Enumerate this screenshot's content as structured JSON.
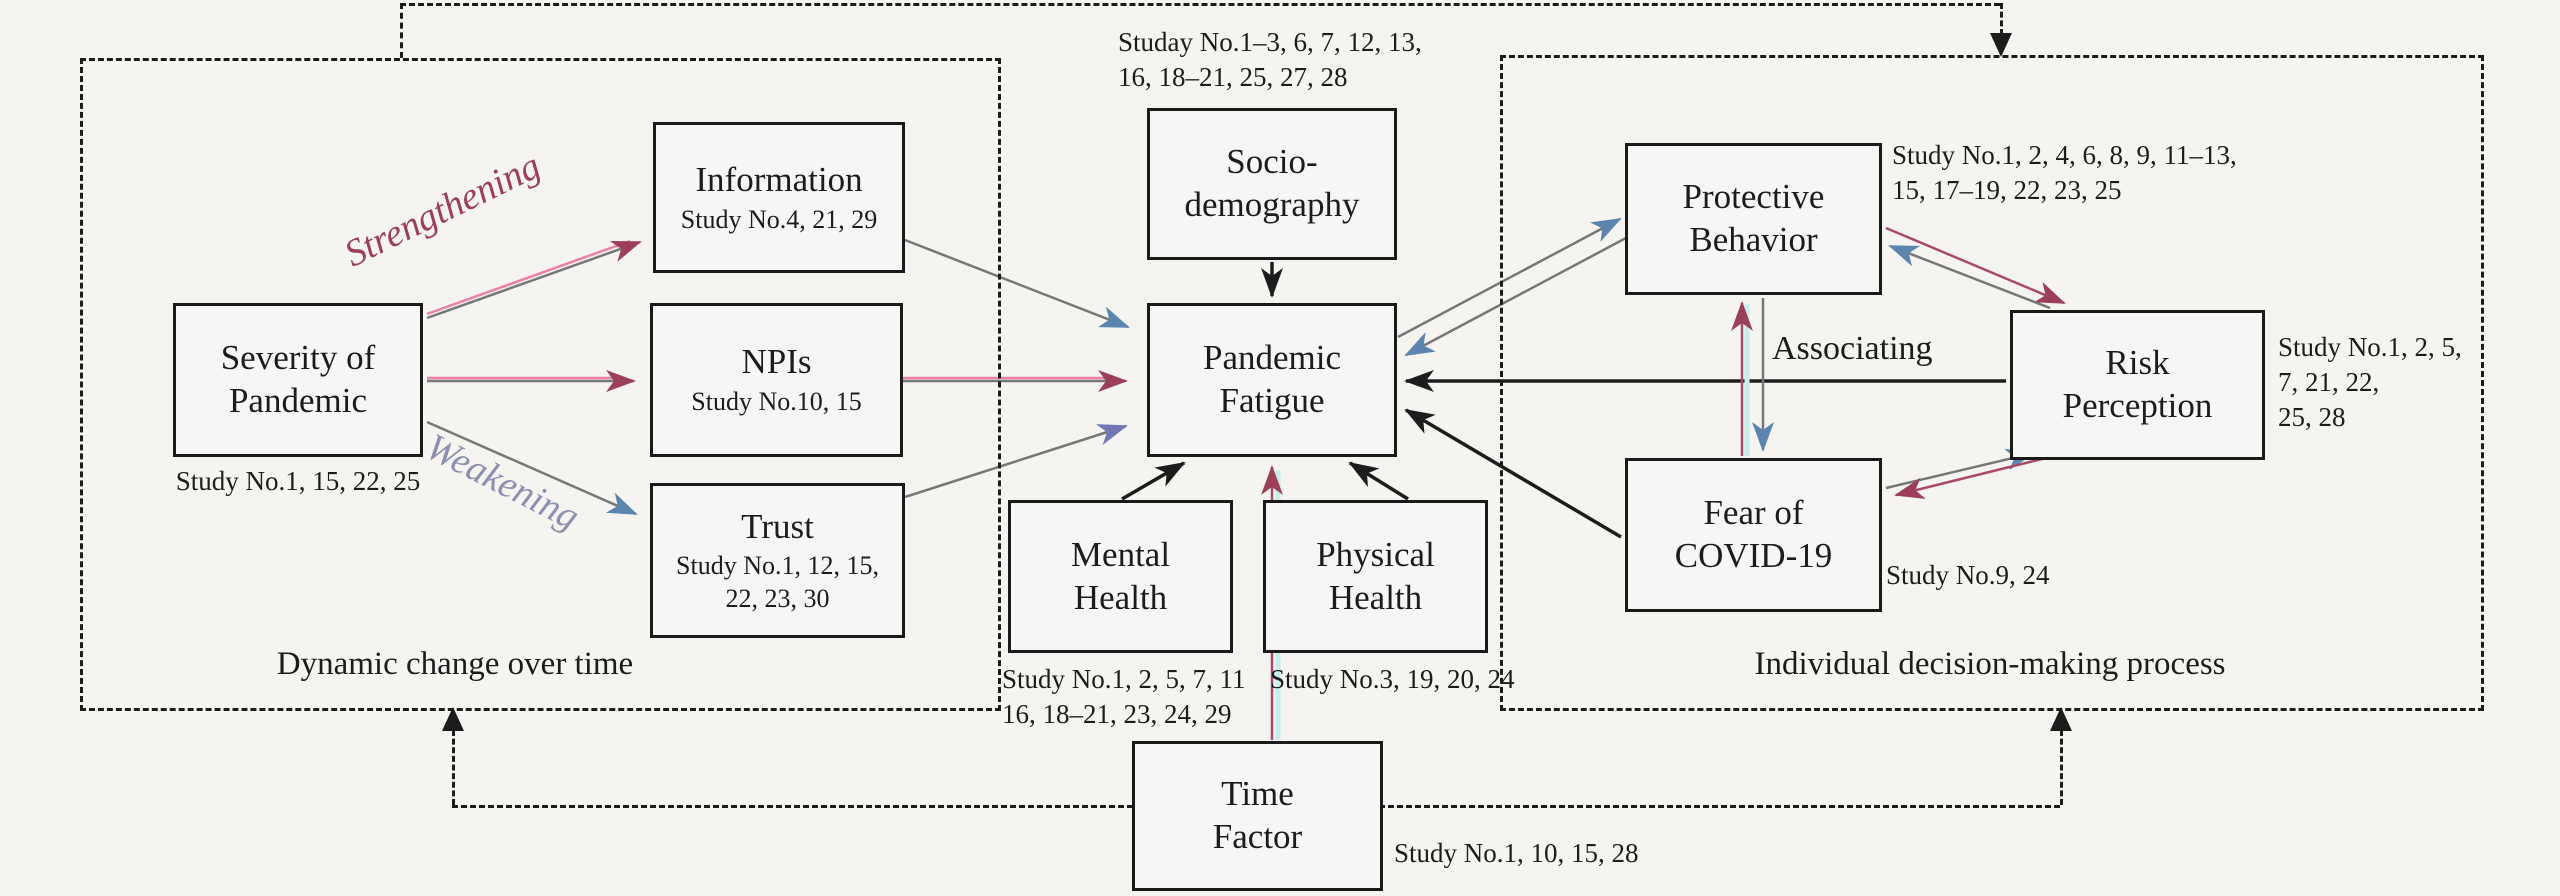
{
  "figure": {
    "type": "conceptual framework diagram",
    "central_concept": "Pandemic Fatigue"
  },
  "colors": {
    "background": "#f5f4f1",
    "line_black": "#1c1c1c",
    "line_gray": "#777777",
    "strengthening_crimson": "#9c4059",
    "pink_overlay": "#ee7fa6",
    "cyan_overlay": "#c6eeea",
    "weakening_steel_blue": "#5b85ae",
    "blue_purple_head": "#7177b4"
  },
  "left_group": {
    "caption": "Dynamic change over time",
    "strengthening_label": "Strengthening",
    "weakening_label": "Weakening",
    "severity": {
      "title": "Severity of\nPandemic",
      "study": "Study No.1, 15, 22, 25"
    },
    "information": {
      "title": "Information",
      "study": "Study No.4, 21, 29"
    },
    "npis": {
      "title": "NPIs",
      "study": "Study No.10, 15"
    },
    "trust": {
      "title": "Trust",
      "study": "Study No.1, 12, 15,\n22, 23, 30"
    }
  },
  "center": {
    "socio": {
      "title": "Socio-\ndemography",
      "study": "Studay No.1–3, 6, 7, 12, 13,\n16, 18–21, 25, 27, 28"
    },
    "pandemic_fatigue": {
      "title": "Pandemic\nFatigue"
    },
    "mental": {
      "title": "Mental\nHealth",
      "study": "Study No.1, 2, 5, 7, 11\n16, 18–21, 23, 24, 29"
    },
    "physical": {
      "title": "Physical\nHealth",
      "study": "Study No.3, 19, 20, 24"
    },
    "time": {
      "title": "Time\nFactor",
      "study": "Study No.1, 10, 15, 28"
    }
  },
  "right_group": {
    "caption": "Individual decision-making process",
    "associating_label": "Associating",
    "protective": {
      "title": "Protective\nBehavior",
      "study": "Study No.1, 2, 4, 6, 8, 9, 11–13,\n15, 17–19, 22, 23, 25"
    },
    "risk": {
      "title": "Risk\nPerception",
      "study": "Study No.1, 2, 5,\n7, 21, 22,\n25, 28"
    },
    "fear": {
      "title": "Fear of\nCOVID-19",
      "study": "Study No.9, 24"
    }
  }
}
